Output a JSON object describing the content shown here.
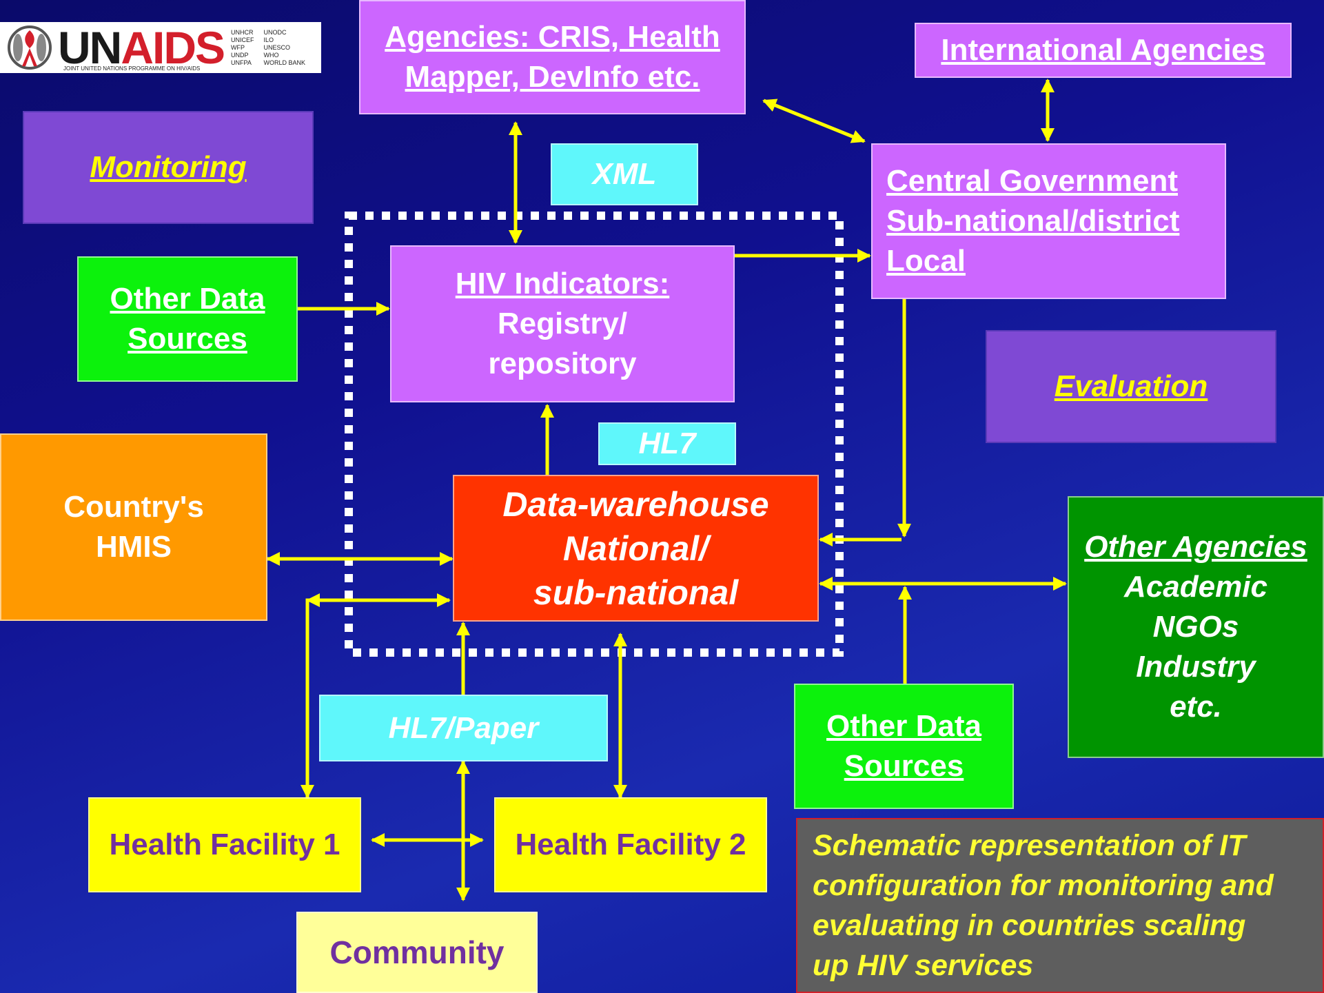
{
  "logo": {
    "brand": "UNAIDS",
    "brand_prefix": "UN",
    "brand_suffix": "AIDS",
    "cosponsors_col1": [
      "UNHCR",
      "UNICEF",
      "WFP",
      "UNDP",
      "UNFPA"
    ],
    "cosponsors_col2": [
      "UNODC",
      "ILO",
      "UNESCO",
      "WHO",
      "WORLD BANK"
    ],
    "tagline": "JOINT UNITED NATIONS PROGRAMME ON HIV/AIDS"
  },
  "boxes": {
    "agencies_cris": [
      "Agencies: CRIS, Health",
      "Mapper, DevInfo etc."
    ],
    "international_agencies": "International Agencies",
    "monitoring": "Monitoring",
    "xml": "XML",
    "central_government": [
      "Central Government",
      "Sub-national/district",
      "Local"
    ],
    "other_data_sources_left": [
      "Other Data",
      "Sources"
    ],
    "hiv_indicators_title": "HIV Indicators:",
    "hiv_indicators_body": [
      "Registry/",
      "repository"
    ],
    "evaluation": "Evaluation",
    "hl7": "HL7",
    "countrys_hmis": [
      "Country's",
      "HMIS"
    ],
    "data_warehouse": [
      "Data-warehouse",
      "National/",
      "sub-national"
    ],
    "other_agencies_title": "Other Agencies",
    "other_agencies_body": [
      "Academic",
      "NGOs",
      "Industry",
      "etc."
    ],
    "hl7_paper": "HL7/Paper",
    "other_data_sources_right": [
      "Other Data",
      "Sources"
    ],
    "health_facility_1": "Health Facility 1",
    "health_facility_2": "Health Facility 2",
    "community": "Community",
    "caption": [
      "Schematic representation of IT",
      "configuration for monitoring and",
      "evaluating in countries scaling",
      "up HIV services"
    ]
  },
  "colors": {
    "background": "#10108f",
    "purple": "#cc66ff",
    "dark_purple": "#7f49d4",
    "cyan": "#5ff7fb",
    "green": "#0cf20c",
    "dark_green": "#009400",
    "orange": "#ff9900",
    "red": "#ff3300",
    "yellow": "#ffff00",
    "arrow": "#ffff00"
  }
}
